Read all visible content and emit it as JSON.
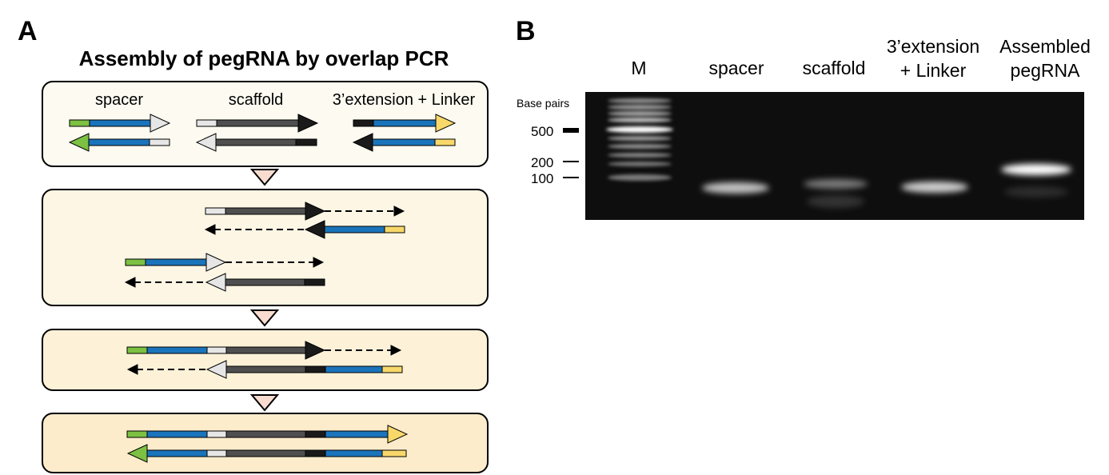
{
  "panel_a": {
    "letter": "A",
    "title": "Assembly of pegRNA by overlap PCR",
    "labels": {
      "spacer": "spacer",
      "scaffold": "scaffold",
      "extension": "3’extension + Linker"
    }
  },
  "panel_b": {
    "letter": "B",
    "lanes": {
      "m": "M",
      "spacer": "spacer",
      "scaffold": "scaffold",
      "ext_line1": "3’extension",
      "ext_line2": "+ Linker",
      "asm_line1": "Assembled",
      "asm_line2": "pegRNA"
    },
    "ladder_title": "Base pairs",
    "ladder_marks": [
      "500",
      "200",
      "100"
    ]
  },
  "colors": {
    "green": "#7cc142",
    "blue": "#1a74bb",
    "light_gray": "#e6e6e6",
    "dark_gray": "#4f4f4f",
    "black_seg": "#1a1a1a",
    "yellow": "#f8d86a",
    "box_fill_1": "#fdfbf1",
    "box_fill_2": "#fdf6e4",
    "box_fill_3": "#fdf2d8",
    "box_fill_4": "#fdeccb",
    "step_arrow": "#f9dcd0",
    "gel_bg": "#0e0e0e"
  },
  "icons": {
    "step": "down-triangle-icon"
  }
}
